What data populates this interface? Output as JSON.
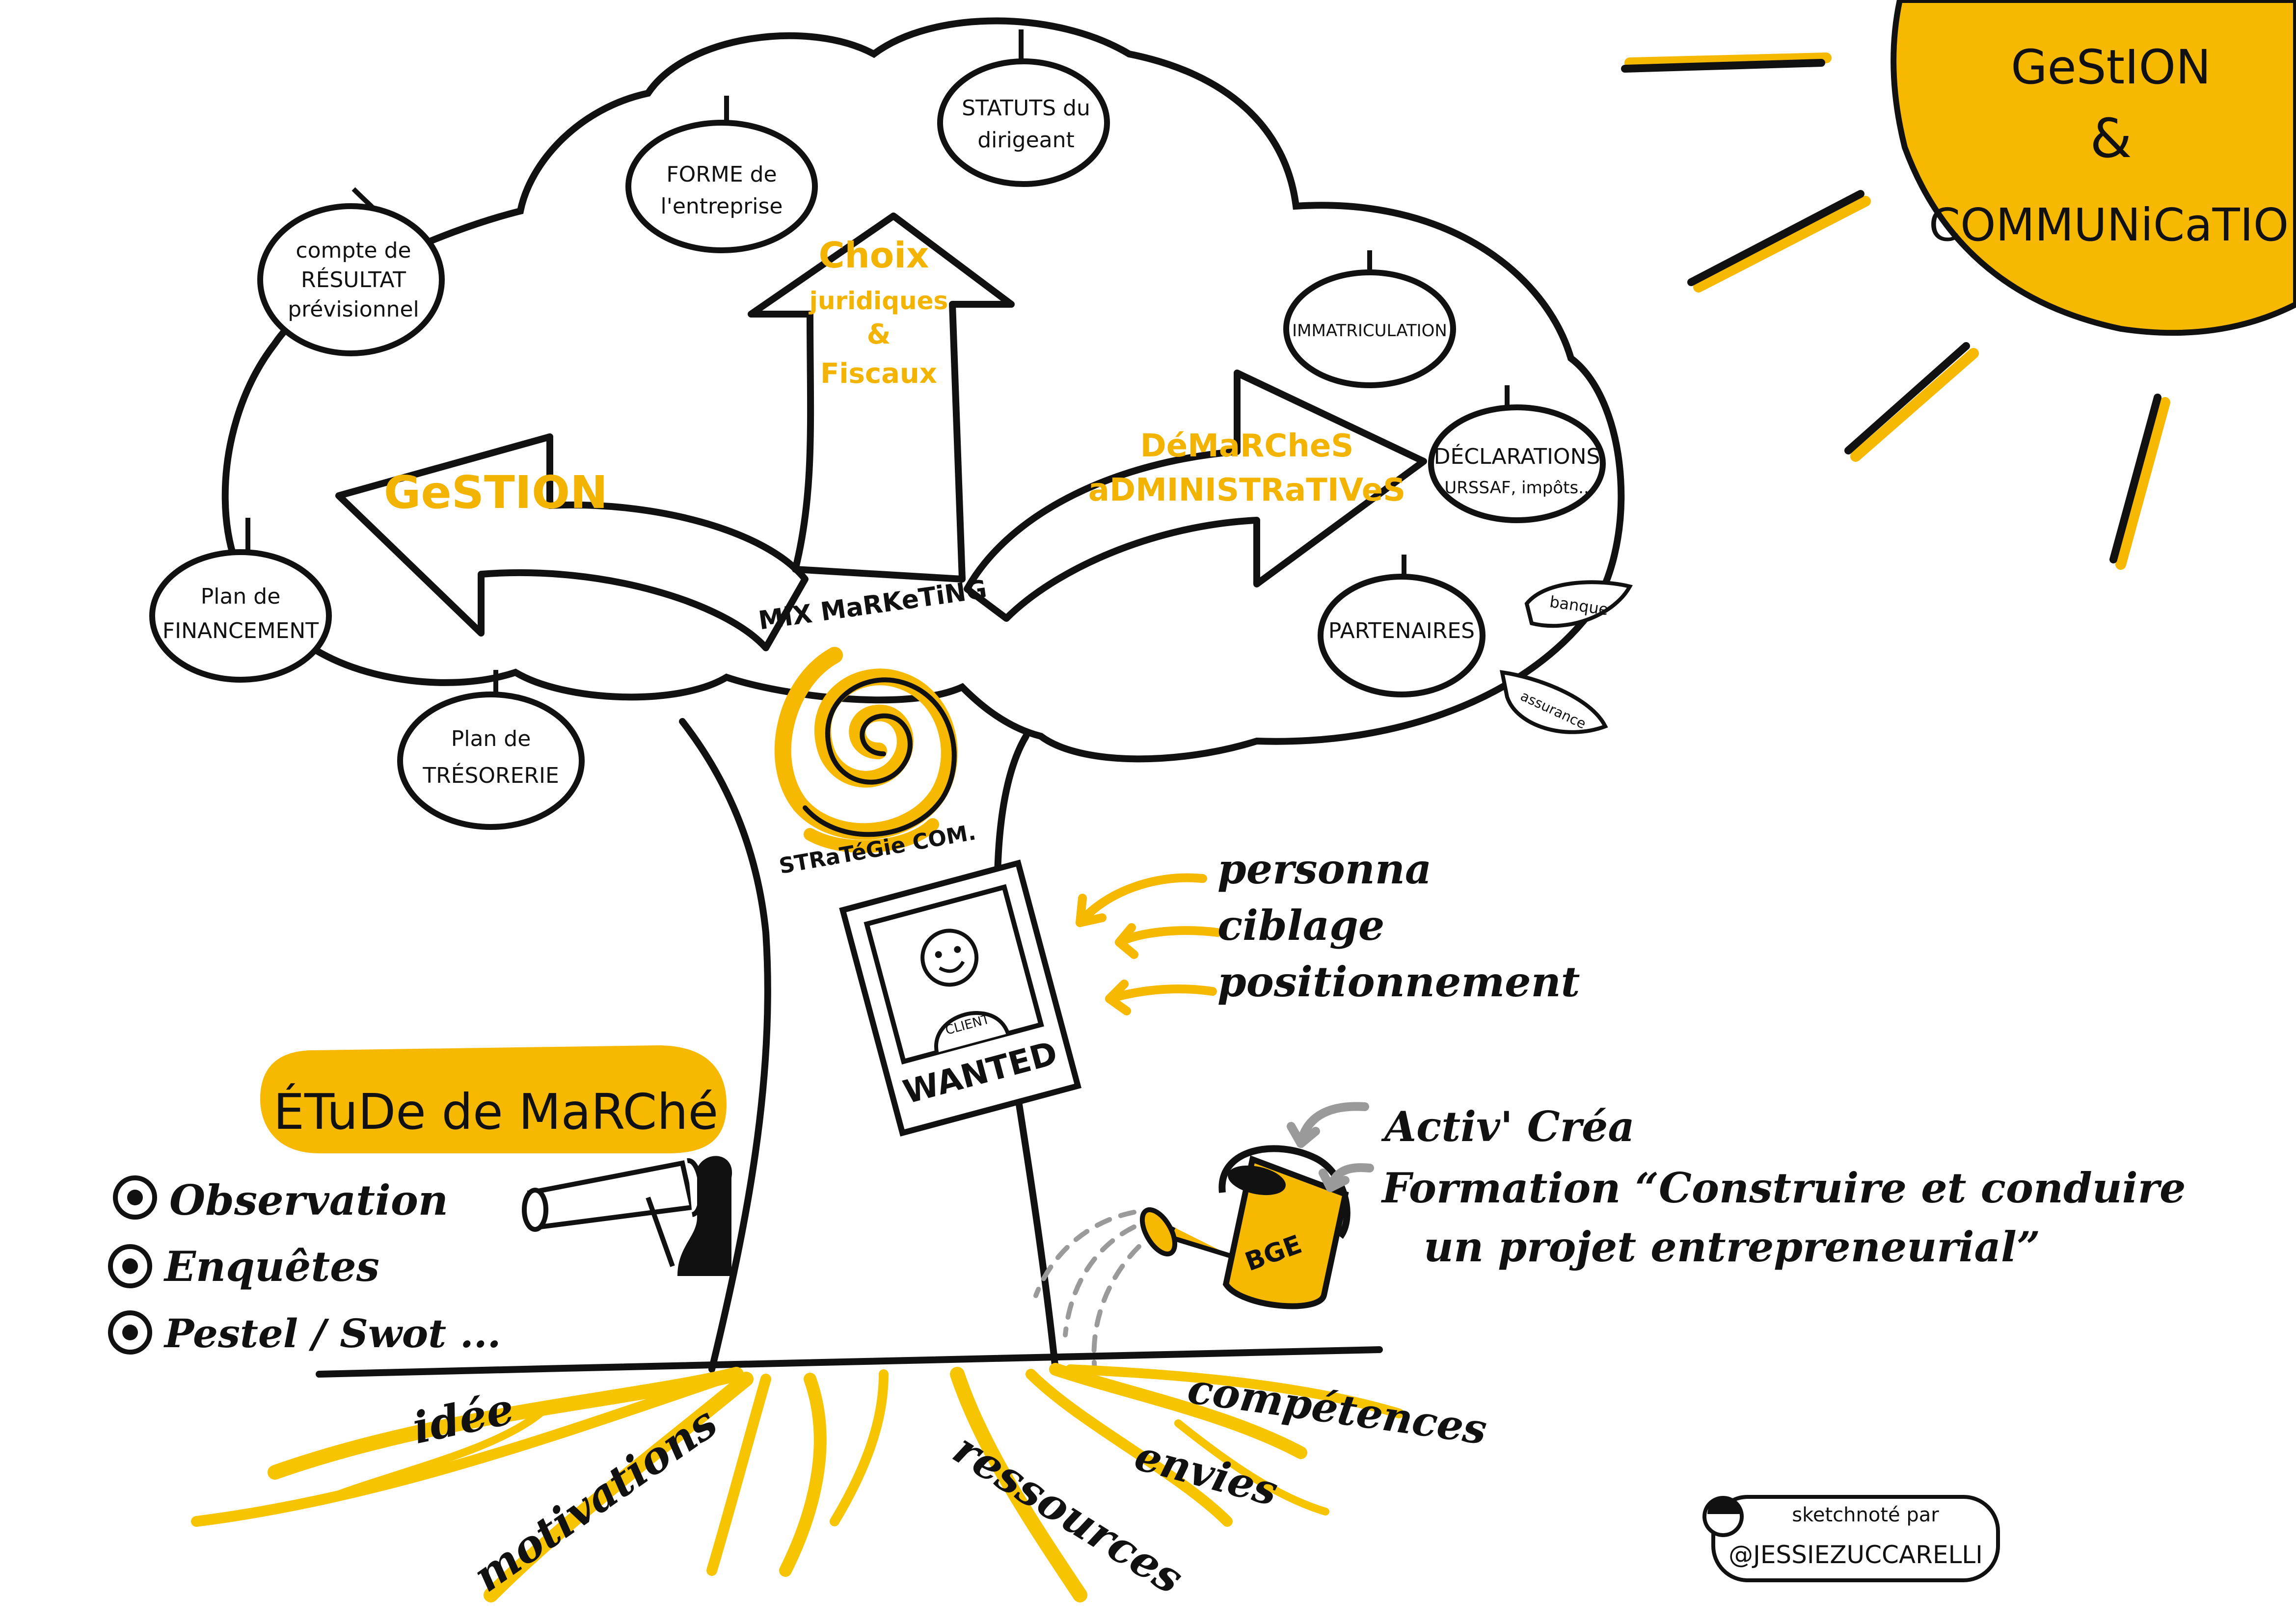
{
  "colors": {
    "accent": "#f6b800",
    "ink": "#111111",
    "grey": "#9a9a9a",
    "paper": "#ffffff"
  },
  "sun": {
    "line1": "GeStION",
    "line2": "&",
    "line3": "COMMUNiCaTION"
  },
  "branches": {
    "left": "GeSTION",
    "center": {
      "line1": "Choix",
      "line2": "juridiques",
      "line3": "&",
      "line4": "Fiscaux"
    },
    "right": {
      "line1": "DéMaRCheS",
      "line2": "aDMINISTRaTIVeS"
    }
  },
  "apples": {
    "compte": {
      "line1": "compte de",
      "line2": "RÉSULTAT",
      "line3": "prévisionnel"
    },
    "forme": {
      "line1": "FORME de",
      "line2": "l'entreprise"
    },
    "statuts": {
      "line1": "STATUTS du",
      "line2": "dirigeant"
    },
    "immatriculation": {
      "line1": "IMMATRICULATION"
    },
    "declarations": {
      "line1": "DÉCLARATIONS",
      "line2": "URSSAF, impôts..."
    },
    "partenaires": {
      "line1": "PARTENAIRES"
    },
    "financement": {
      "line1": "Plan de",
      "line2": "FINANCEMENT"
    },
    "tresorerie": {
      "line1": "Plan de",
      "line2": "TRÉSORERIE"
    }
  },
  "leaves": {
    "banque": "banque",
    "assurance": "assurance"
  },
  "trunk": {
    "mix": "MiX MaRKeTiNG",
    "strategie": "STRaTéGie COM."
  },
  "poster": {
    "badge": "CLIENT",
    "caption": "WANTED"
  },
  "targeting": {
    "items": [
      "personna",
      "ciblage",
      "positionnement"
    ]
  },
  "etude": {
    "title": "ÉTuDe de MaRChé",
    "items": [
      "Observation",
      "Enquêtes",
      "Pestel / Swot ..."
    ]
  },
  "watering": {
    "can_label": "BGE",
    "line1": "Activ' Créa",
    "line2": "Formation “Construire et conduire",
    "line3": "un projet entrepreneurial”"
  },
  "roots": [
    "idée",
    "motivations",
    "ressources",
    "envies",
    "compétences"
  ],
  "credit": {
    "line1": "sketchnoté par",
    "line2": "@JESSIEZUCCARELLI"
  }
}
